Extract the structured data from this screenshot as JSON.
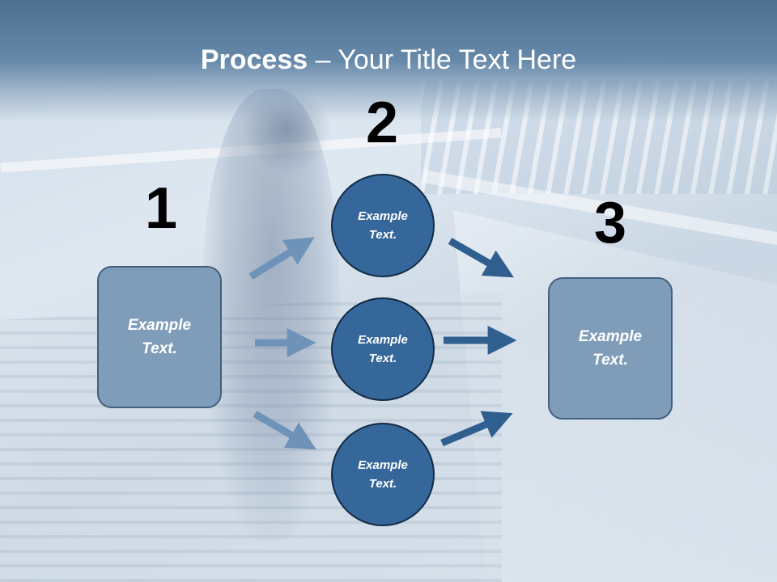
{
  "slide": {
    "title_bold": "Process",
    "title_rest": " – Your Title Text Here",
    "colors": {
      "title_bar": "#5a7c9e",
      "box_fill": "#7f9db9",
      "circle_fill": "#35679a",
      "arrow_light": "#6f93b8",
      "arrow_dark": "#2f5f8f"
    }
  },
  "steps": {
    "one": "1",
    "two": "2",
    "three": "3"
  },
  "nodes": {
    "left_box": "Example\nText.",
    "circle_top": "Example\nText.",
    "circle_middle": "Example\nText.",
    "circle_bottom": "Example\nText.",
    "right_box": "Example\nText."
  }
}
